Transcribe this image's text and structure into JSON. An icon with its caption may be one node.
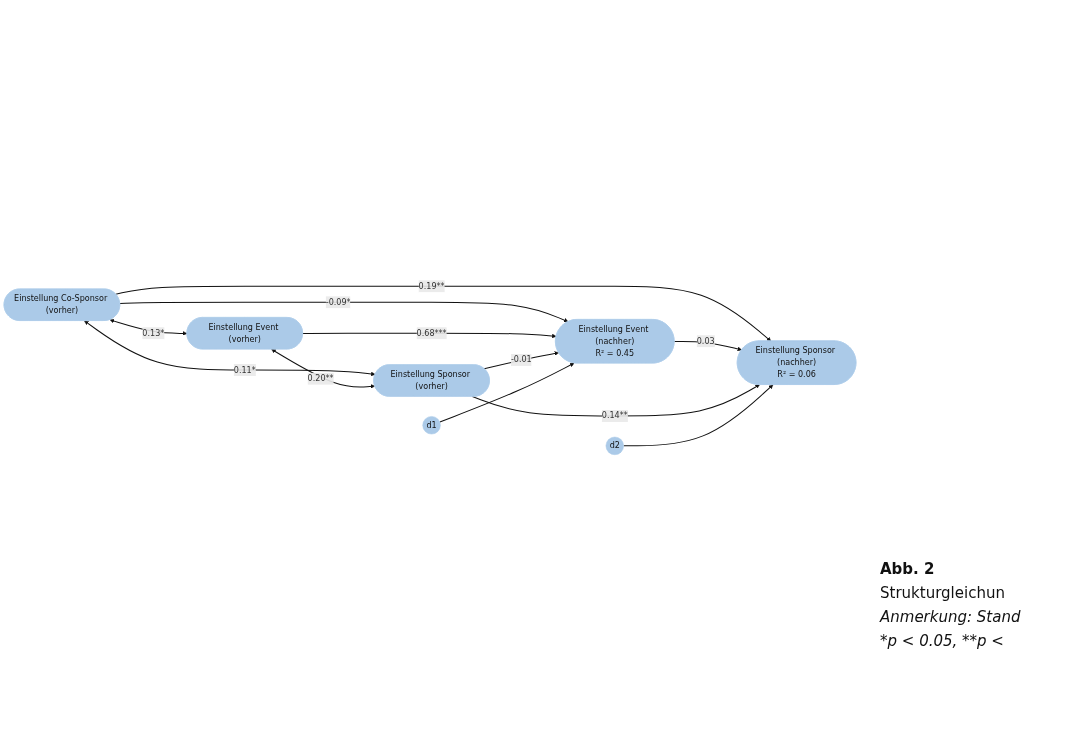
{
  "diagram": {
    "caption": "Abb. 2",
    "nodes": [
      {
        "text": [
          "Einstellung Co-Sponsor (vorher)"
        ]
      },
      {
        "text": [
          "Einstellung Event (vorher)"
        ]
      },
      {
        "text": [
          "Einstellung Sponsor (vorher)"
        ]
      },
      {
        "text": [
          "d1"
        ]
      },
      {
        "text": [
          "Einstellung Event (nachher)",
          "R² = 0.45"
        ]
      },
      {
        "text": [
          "d2"
        ]
      },
      {
        "text": [
          "Einstellung Sponsor (nachher)",
          "R² = 0.06"
        ]
      }
    ],
    "edges": [
      {
        "from": 0,
        "to": 1,
        "arrow": "both",
        "label": "0.13*"
      },
      {
        "from": 0,
        "to": 2,
        "arrow": "both",
        "label": "0.11*"
      },
      {
        "from": 1,
        "to": 2,
        "arrow": "both",
        "label": "0.20**"
      },
      {
        "from": 0,
        "to": 4,
        "arrow": "to",
        "label": "-0.09*"
      },
      {
        "from": 1,
        "to": 4,
        "arrow": "to",
        "label": "0.68***"
      },
      {
        "from": 2,
        "to": 4,
        "arrow": "to",
        "label": "-0.01"
      },
      {
        "from": 3,
        "to": 4,
        "arrow": "to"
      },
      {
        "from": 0,
        "to": 6,
        "arrow": "to",
        "label": "0.19**"
      },
      {
        "from": 4,
        "to": 6,
        "arrow": "to",
        "label": "0.03"
      },
      {
        "from": 2,
        "to": 6,
        "arrow": "to",
        "label": "0.14**"
      },
      {
        "from": 5,
        "to": 6,
        "arrow": "to"
      }
    ],
    "labels": [
      "Strukturgleichun",
      "Anmerkung: Stand",
      "*p < 0.05, **p <"
    ]
  }
}
